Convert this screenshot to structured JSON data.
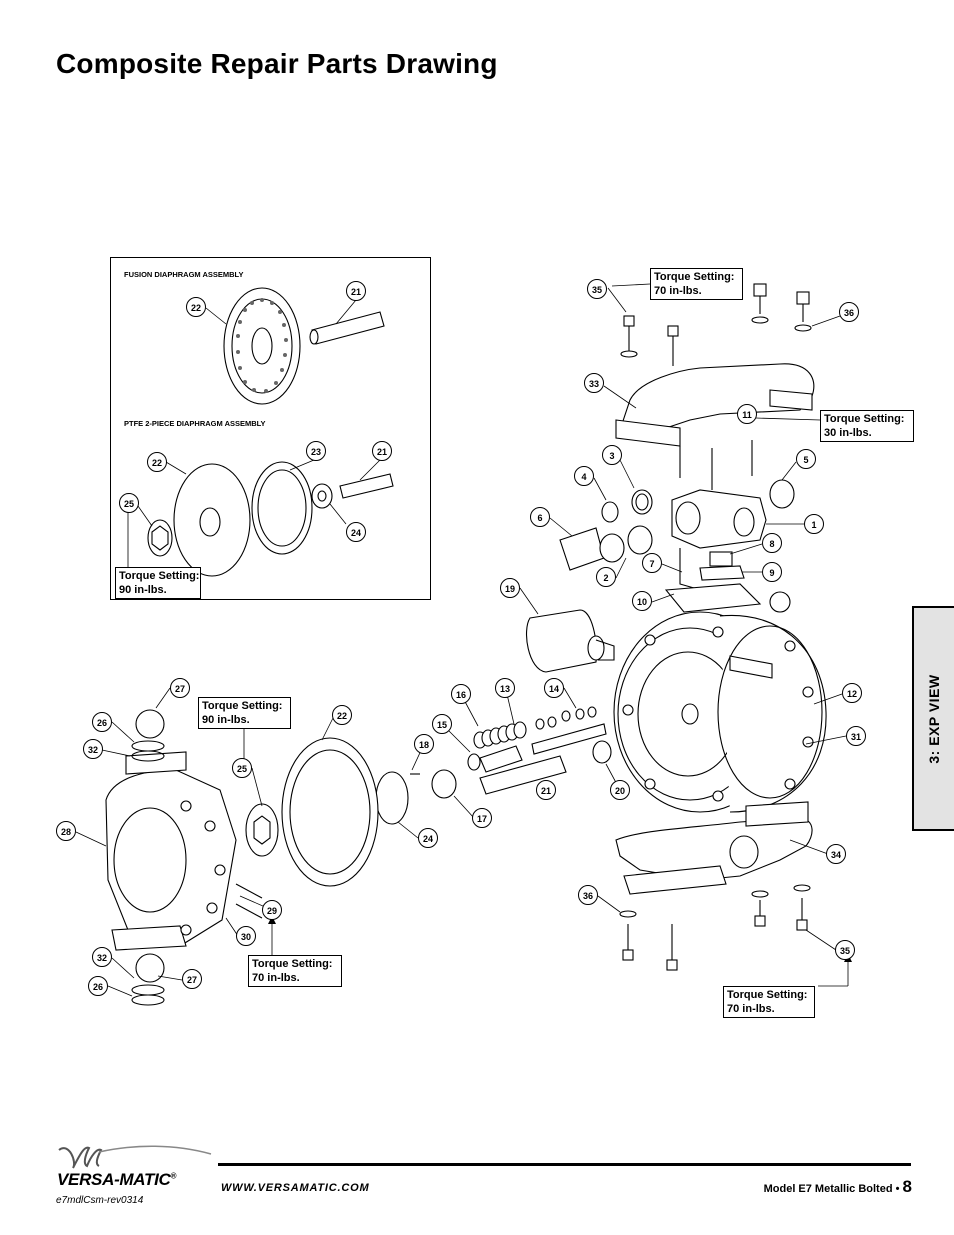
{
  "page": {
    "title": "Composite Repair Parts Drawing",
    "side_tab": "3: EXP VIEW"
  },
  "inset": {
    "fusion_label": "FUSION DIAPHRAGM ASSEMBLY",
    "ptfe_label": "PTFE 2-PIECE DIAPHRAGM ASSEMBLY"
  },
  "torque": [
    {
      "line1": "Torque Setting:",
      "line2": "70 in-lbs."
    },
    {
      "line1": "Torque Setting:",
      "line2": "30 in-lbs."
    },
    {
      "line1": "Torque Setting:",
      "line2": "90 in-lbs."
    },
    {
      "line1": "Torque Setting:",
      "line2": "90 in-lbs."
    },
    {
      "line1": "Torque Setting:",
      "line2": "70 in-lbs."
    },
    {
      "line1": "Torque Setting:",
      "line2": "70 in-lbs."
    }
  ],
  "callouts": [
    "21",
    "22",
    "23",
    "21",
    "22",
    "25",
    "24",
    "35",
    "36",
    "33",
    "11",
    "3",
    "4",
    "5",
    "6",
    "1",
    "8",
    "7",
    "9",
    "2",
    "10",
    "19",
    "27",
    "26",
    "32",
    "28",
    "16",
    "13",
    "14",
    "12",
    "15",
    "18",
    "22",
    "25",
    "31",
    "21",
    "20",
    "17",
    "24",
    "34",
    "36",
    "29",
    "30",
    "32",
    "27",
    "26",
    "35"
  ],
  "footer": {
    "logo_text": "VERSA-MATIC",
    "registered": "®",
    "doc_code": "e7mdlCsm-rev0314",
    "website": "WWW.VERSAMATIC.COM",
    "model": "Model E7 Metallic Bolted • ",
    "page_number": "8"
  }
}
